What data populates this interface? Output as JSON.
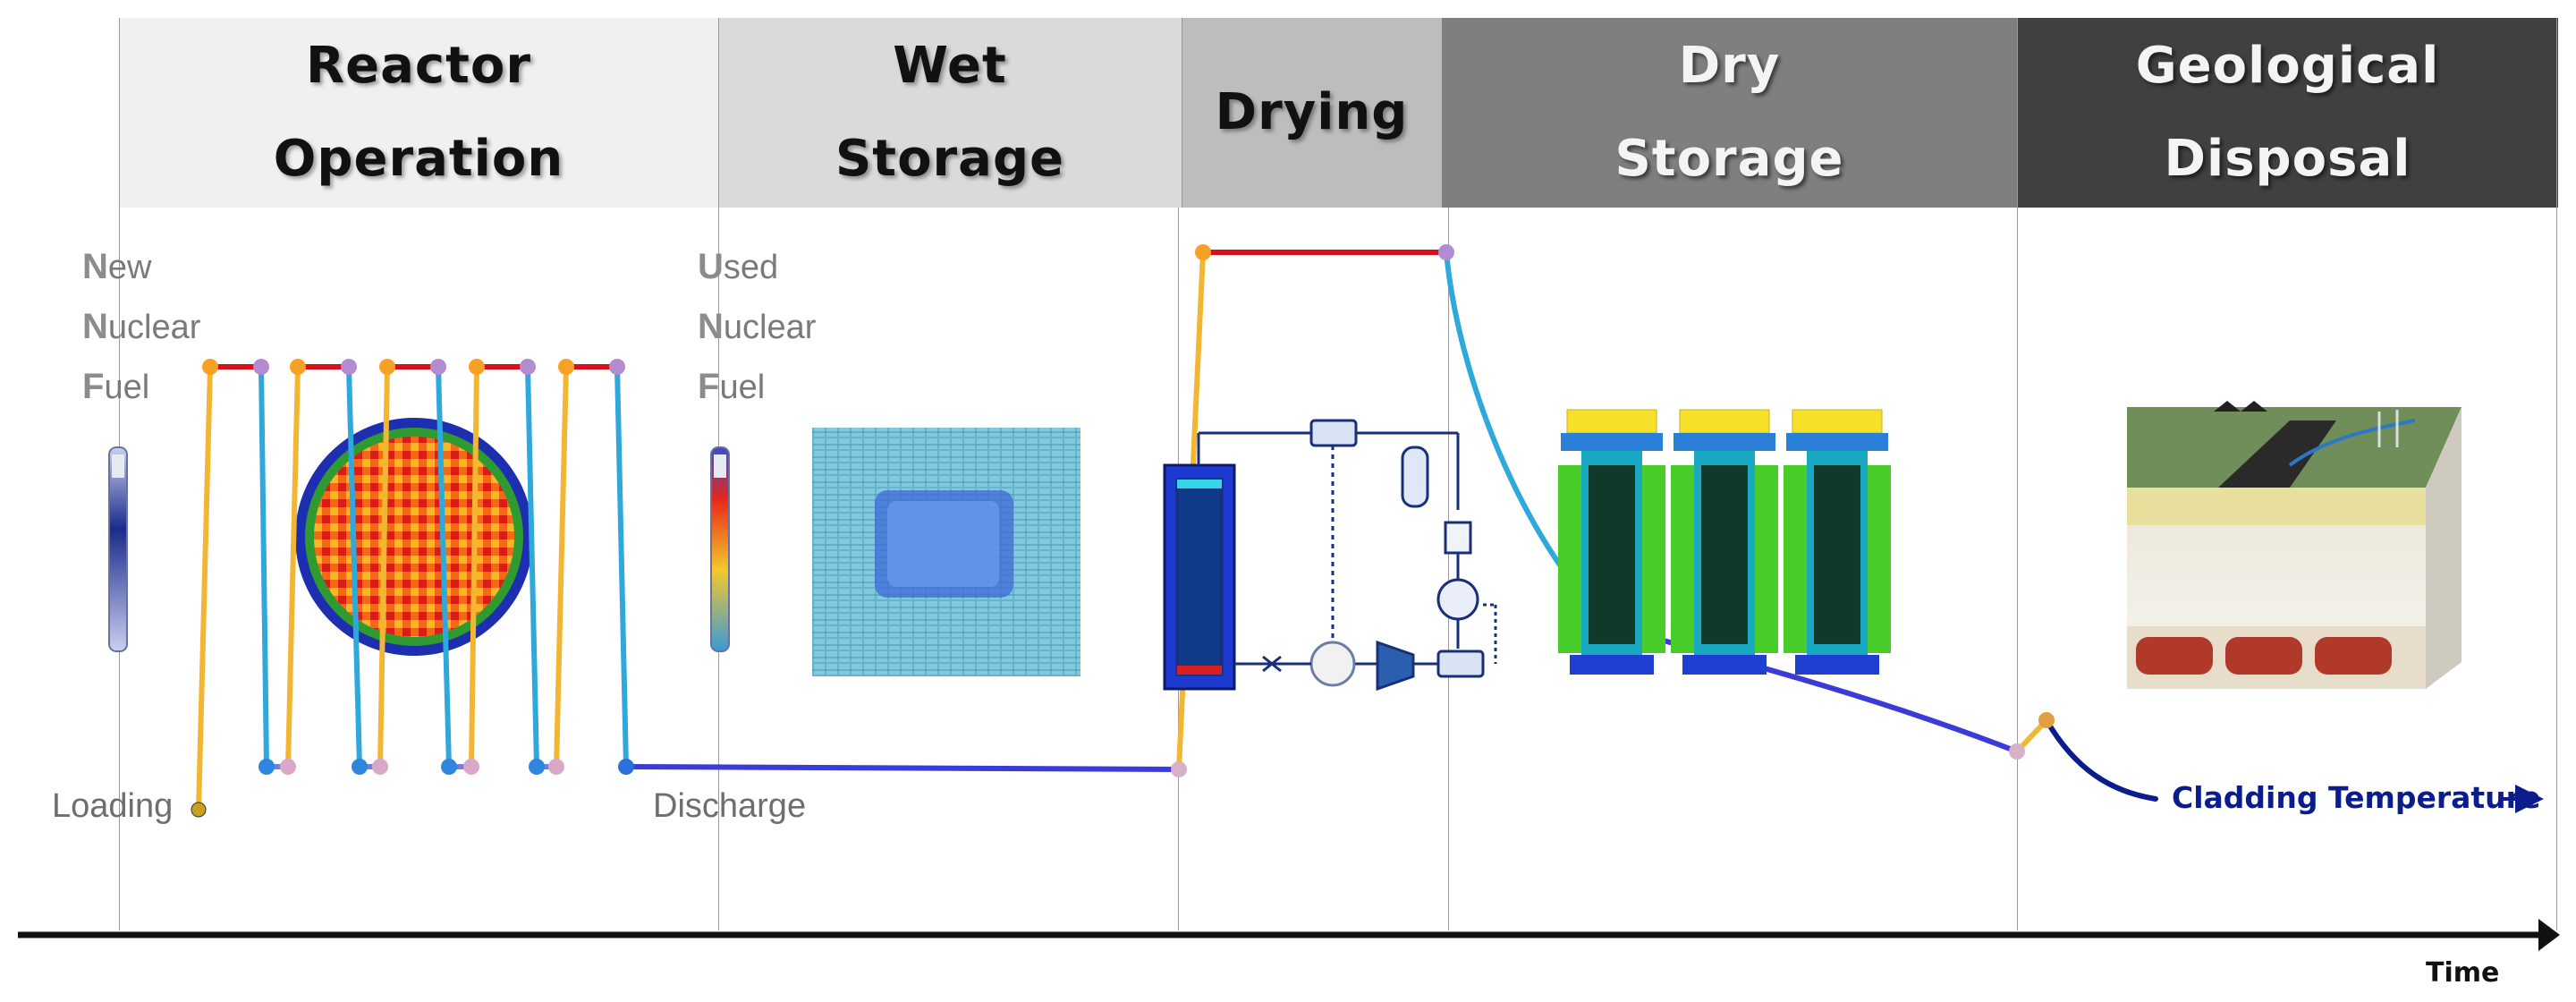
{
  "stages": [
    {
      "title_line1": "Reactor",
      "title_line2": "Operation",
      "header_color": "#f0f0f0"
    },
    {
      "title_line1": "Wet",
      "title_line2": "Storage",
      "header_color": "#dadada"
    },
    {
      "title_line1": "Drying",
      "title_line2": "",
      "header_color": "#bdbdbd"
    },
    {
      "title_line1": "Dry",
      "title_line2": "Storage",
      "header_color": "#7f7f7f"
    },
    {
      "title_line1": "Geological",
      "title_line2": "Disposal",
      "header_color": "#404040"
    }
  ],
  "new_fuel": {
    "initial1": "N",
    "rest1": "ew",
    "initial2": "N",
    "rest2": "uclear",
    "initial3": "F",
    "rest3": "uel"
  },
  "used_fuel": {
    "initial1": "U",
    "rest1": "sed",
    "initial2": "N",
    "rest2": "uclear",
    "initial3": "F",
    "rest3": "uel"
  },
  "loading_label": "Loading",
  "discharge_label": "Discharge",
  "cladding_label": "Cladding Temperature",
  "time_label": "Time",
  "colors": {
    "hot_line": "#d8101c",
    "warm_line": "#f2b632",
    "cool_line": "#2fa8dc",
    "cold_line": "#3b3bd8",
    "axis": "#111111",
    "cladding_text": "#0b1c8c"
  },
  "icons": [
    "fuel-rod-icon",
    "reactor-core-icon",
    "spent-fuel-pool-icon",
    "drying-system-icon",
    "dry-cask-icon",
    "repository-icon"
  ]
}
